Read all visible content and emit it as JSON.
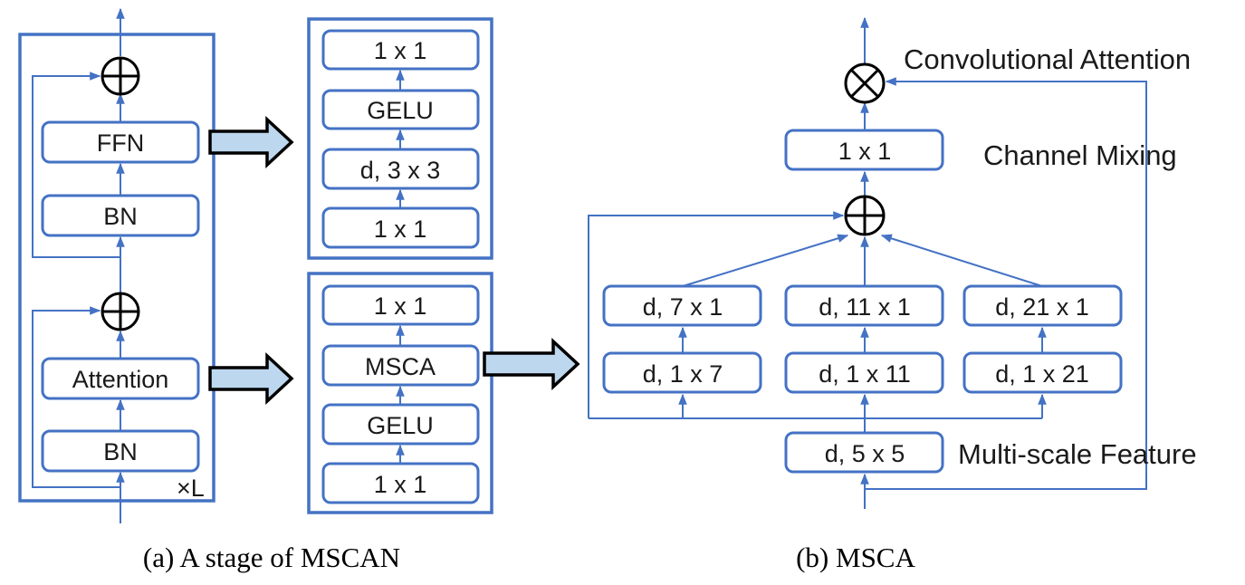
{
  "stage": {
    "ffn": "FFN",
    "bn_top": "BN",
    "attention": "Attention",
    "bn_bottom": "BN",
    "repeat": "×L"
  },
  "ffn_detail": [
    "1 x 1",
    "GELU",
    "d, 3 x 3",
    "1 x 1"
  ],
  "attn_detail": [
    "1 x 1",
    "MSCA",
    "GELU",
    "1 x 1"
  ],
  "msca": {
    "top_conv": "1 x 1",
    "branch1": [
      "d, 7 x 1",
      "d, 1 x 7"
    ],
    "branch2": [
      "d, 11 x 1",
      "d, 1 x 11"
    ],
    "branch3": [
      "d, 21 x 1",
      "d, 1 x 21"
    ],
    "base_conv": "d, 5 x 5",
    "label_attention": "Convolutional Attention",
    "label_mixing": "Channel Mixing",
    "label_feature": "Multi-scale Feature"
  },
  "captions": {
    "a": "(a) A stage of MSCAN",
    "b": "(b) MSCA"
  }
}
